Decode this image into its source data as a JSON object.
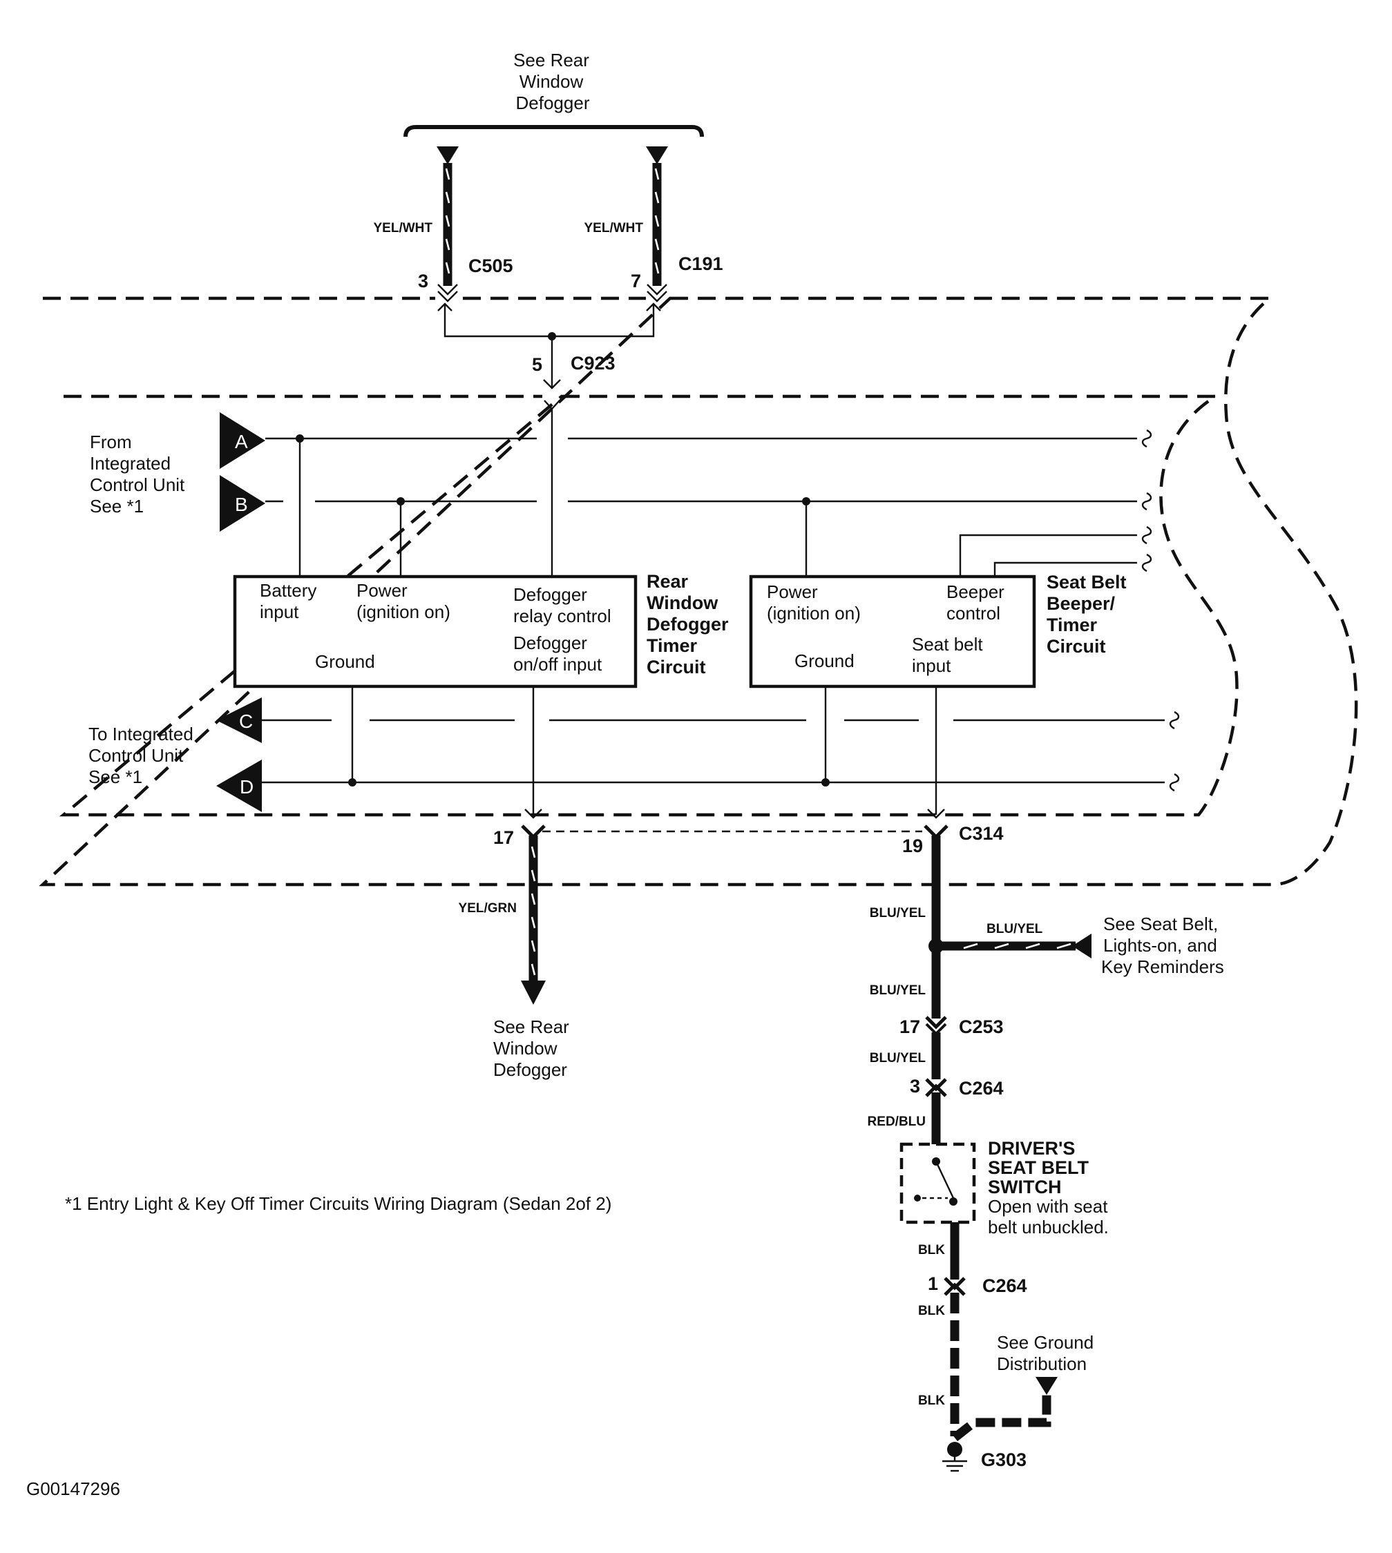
{
  "diagram_id": "G00147296",
  "footnote": "*1  Entry Light & Key Off Timer Circuits Wiring Diagram (Sedan 2of 2)",
  "top_ref": [
    "See Rear",
    "Window",
    "Defogger"
  ],
  "left_ref_from": [
    "From",
    "Integrated",
    "Control Unit",
    "See  *1"
  ],
  "left_ref_to": [
    "To Integrated",
    "Control Unit",
    "See  *1"
  ],
  "terminals": {
    "a": "A",
    "b": "B",
    "c": "C",
    "d": "D"
  },
  "rear_defogger_module": {
    "title": [
      "Rear",
      "Window",
      "Defogger",
      "Timer",
      "Circuit"
    ],
    "battery_input": [
      "Battery",
      "input"
    ],
    "power": [
      "Power",
      "(ignition on)"
    ],
    "relay_control": [
      "Defogger",
      "relay control"
    ],
    "ground": "Ground",
    "onoff_input": [
      "Defogger",
      "on/off input"
    ]
  },
  "seat_belt_module": {
    "title": [
      "Seat Belt",
      "Beeper/",
      "Timer",
      "Circuit"
    ],
    "power": [
      "Power",
      "(ignition on)"
    ],
    "beeper_control": [
      "Beeper",
      "control"
    ],
    "ground": "Ground",
    "seat_belt_input": [
      "Seat belt",
      "input"
    ]
  },
  "connectors": {
    "c505": "C505",
    "c505_pin": "3",
    "c191": "C191",
    "c191_pin": "7",
    "c923": "C923",
    "c923_pin": "5",
    "c314": "C314",
    "c314_pin_left": "17",
    "c314_pin_right": "19",
    "c253": "C253",
    "c253_pin": "17",
    "c264_upper": "C264",
    "c264_upper_pin": "3",
    "c264_lower": "C264",
    "c264_lower_pin": "1",
    "g303": "G303"
  },
  "wire_colors": {
    "yel_wht_left": "YEL/WHT",
    "yel_wht_right": "YEL/WHT",
    "yel_grn": "YEL/GRN",
    "blu_yel_1": "BLU/YEL",
    "blu_yel_side": "BLU/YEL",
    "blu_yel_2": "BLU/YEL",
    "blu_yel_3": "BLU/YEL",
    "red_blu": "RED/BLU",
    "blk_1": "BLK",
    "blk_2": "BLK",
    "blk_3": "BLK"
  },
  "bottom_ref_defogger": [
    "See Rear",
    "Window",
    "Defogger"
  ],
  "seat_belt_ref": [
    "See Seat Belt,",
    "Lights-on, and",
    "Key Reminders"
  ],
  "switch": {
    "title": [
      "DRIVER'S",
      "SEAT BELT",
      "SWITCH"
    ],
    "note": [
      "Open with seat",
      "belt unbuckled."
    ]
  },
  "ground_ref": [
    "See Ground",
    "Distribution"
  ]
}
